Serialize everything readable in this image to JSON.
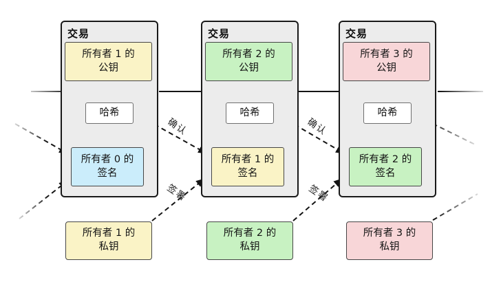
{
  "labels": {
    "verify": "确认",
    "sign": "签署"
  },
  "transactions": [
    {
      "title": "交易",
      "public_key": {
        "line1": "所有者 1 的",
        "line2": "公钥",
        "color": "#FAF3C6"
      },
      "hash": "哈希",
      "signature": {
        "line1": "所有者 0 的",
        "line2": "签名",
        "color": "#CBEDFB"
      }
    },
    {
      "title": "交易",
      "public_key": {
        "line1": "所有者 2 的",
        "line2": "公钥",
        "color": "#C8F2C2"
      },
      "hash": "哈希",
      "signature": {
        "line1": "所有者 1 的",
        "line2": "签名",
        "color": "#FAF3C6"
      }
    },
    {
      "title": "交易",
      "public_key": {
        "line1": "所有者 3 的",
        "line2": "公钥",
        "color": "#F8D6D8"
      },
      "hash": "哈希",
      "signature": {
        "line1": "所有者 2 的",
        "line2": "签名",
        "color": "#C8F2C2"
      }
    }
  ],
  "private_keys": [
    {
      "line1": "所有者 1 的",
      "line2": "私钥",
      "color": "#FAF3C6"
    },
    {
      "line1": "所有者 2 的",
      "line2": "私钥",
      "color": "#C8F2C2"
    },
    {
      "line1": "所有者 3 的",
      "line2": "私钥",
      "color": "#F8D6D8"
    }
  ]
}
